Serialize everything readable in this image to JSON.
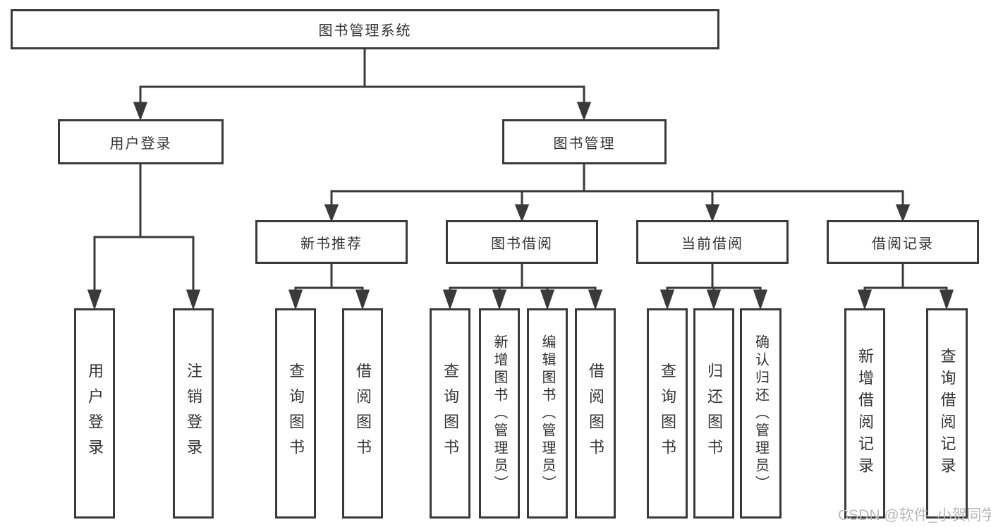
{
  "nodes": {
    "root": {
      "label": "图书管理系统"
    },
    "userLogin": {
      "label": "用户登录"
    },
    "bookMgmt": {
      "label": "图书管理"
    },
    "newBookRec": {
      "label": "新书推荐"
    },
    "bookBorrow": {
      "label": "图书借阅"
    },
    "currentBorrow": {
      "label": "当前借阅"
    },
    "borrowRecords": {
      "label": "借阅记录"
    },
    "leafUserLogin": {
      "label": "用户登录"
    },
    "leafLogout": {
      "label": "注销登录"
    },
    "leafQueryRec": {
      "label": "查询图书"
    },
    "leafBorrowRec": {
      "label": "借阅图书"
    },
    "leafQueryBorrow": {
      "label": "查询图书"
    },
    "leafAddBook": {
      "label": "新增图书（管理员）"
    },
    "leafEditBook": {
      "label": "编辑图书（管理员）"
    },
    "leafBorrowBook": {
      "label": "借阅图书"
    },
    "leafQueryCurrent": {
      "label": "查询图书"
    },
    "leafReturnBook": {
      "label": "归还图书"
    },
    "leafConfirmReturn": {
      "label": "确认归还（管理员）"
    },
    "leafAddRecord": {
      "label": "新增借阅记录"
    },
    "leafQueryRecord": {
      "label": "查询借阅记录"
    }
  },
  "hierarchy": {
    "图书管理系统": {
      "用户登录": [
        "用户登录",
        "注销登录"
      ],
      "图书管理": {
        "新书推荐": [
          "查询图书",
          "借阅图书"
        ],
        "图书借阅": [
          "查询图书",
          "新增图书（管理员）",
          "编辑图书（管理员）",
          "借阅图书"
        ],
        "当前借阅": [
          "查询图书",
          "归还图书",
          "确认归还（管理员）"
        ],
        "借阅记录": [
          "新增借阅记录",
          "查询借阅记录"
        ]
      }
    }
  },
  "watermark": {
    "text": "CSDN @软件_小贺同学"
  },
  "colors": {
    "line": "#3a3a3a",
    "text": "#333333",
    "watermark": "#b9b9b9",
    "background": "#ffffff"
  }
}
